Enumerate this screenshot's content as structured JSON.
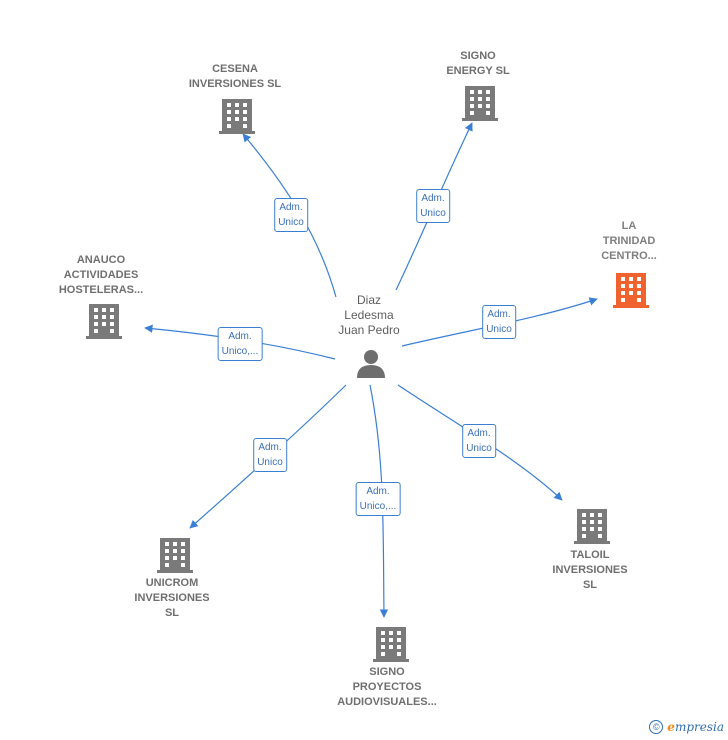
{
  "colors": {
    "edge": "#3a7fd5",
    "building": "#7a7a7a",
    "highlight": "#f0622e",
    "person": "#6e6e6e"
  },
  "center": {
    "name": "Diaz\nLedesma\nJuan Pedro"
  },
  "nodes": [
    {
      "id": "cesena",
      "name": "CESENA\nINVERSIONES SL",
      "icon": "building-icon",
      "highlight": false
    },
    {
      "id": "signo-energy",
      "name": "SIGNO\nENERGY SL",
      "icon": "building-icon",
      "highlight": false
    },
    {
      "id": "la-trinidad",
      "name": "LA\nTRINIDAD\nCENTRO...",
      "icon": "building-icon",
      "highlight": true
    },
    {
      "id": "anauco",
      "name": "ANAUCO\nACTIVIDADES\nHOSTELERAS...",
      "icon": "building-icon",
      "highlight": false
    },
    {
      "id": "unicrom",
      "name": "UNICROM\nINVERSIONES\nSL",
      "icon": "building-icon",
      "highlight": false
    },
    {
      "id": "signo-proyectos",
      "name": "SIGNO\nPROYECTOS\nAUDIOVISUALES...",
      "icon": "building-icon",
      "highlight": false
    },
    {
      "id": "taloil",
      "name": "TALOIL\nINVERSIONES\nSL",
      "icon": "building-icon",
      "highlight": false
    }
  ],
  "edges": [
    {
      "to": "cesena",
      "label": "Adm.\nUnico"
    },
    {
      "to": "signo-energy",
      "label": "Adm.\nUnico"
    },
    {
      "to": "la-trinidad",
      "label": "Adm.\nUnico"
    },
    {
      "to": "anauco",
      "label": "Adm.\nUnico,..."
    },
    {
      "to": "unicrom",
      "label": "Adm.\nUnico"
    },
    {
      "to": "signo-proyectos",
      "label": "Adm.\nUnico,..."
    },
    {
      "to": "taloil",
      "label": "Adm.\nUnico"
    }
  ],
  "footer": {
    "copyright": "©",
    "brand_initial": "e",
    "brand_rest": "mpresia"
  }
}
